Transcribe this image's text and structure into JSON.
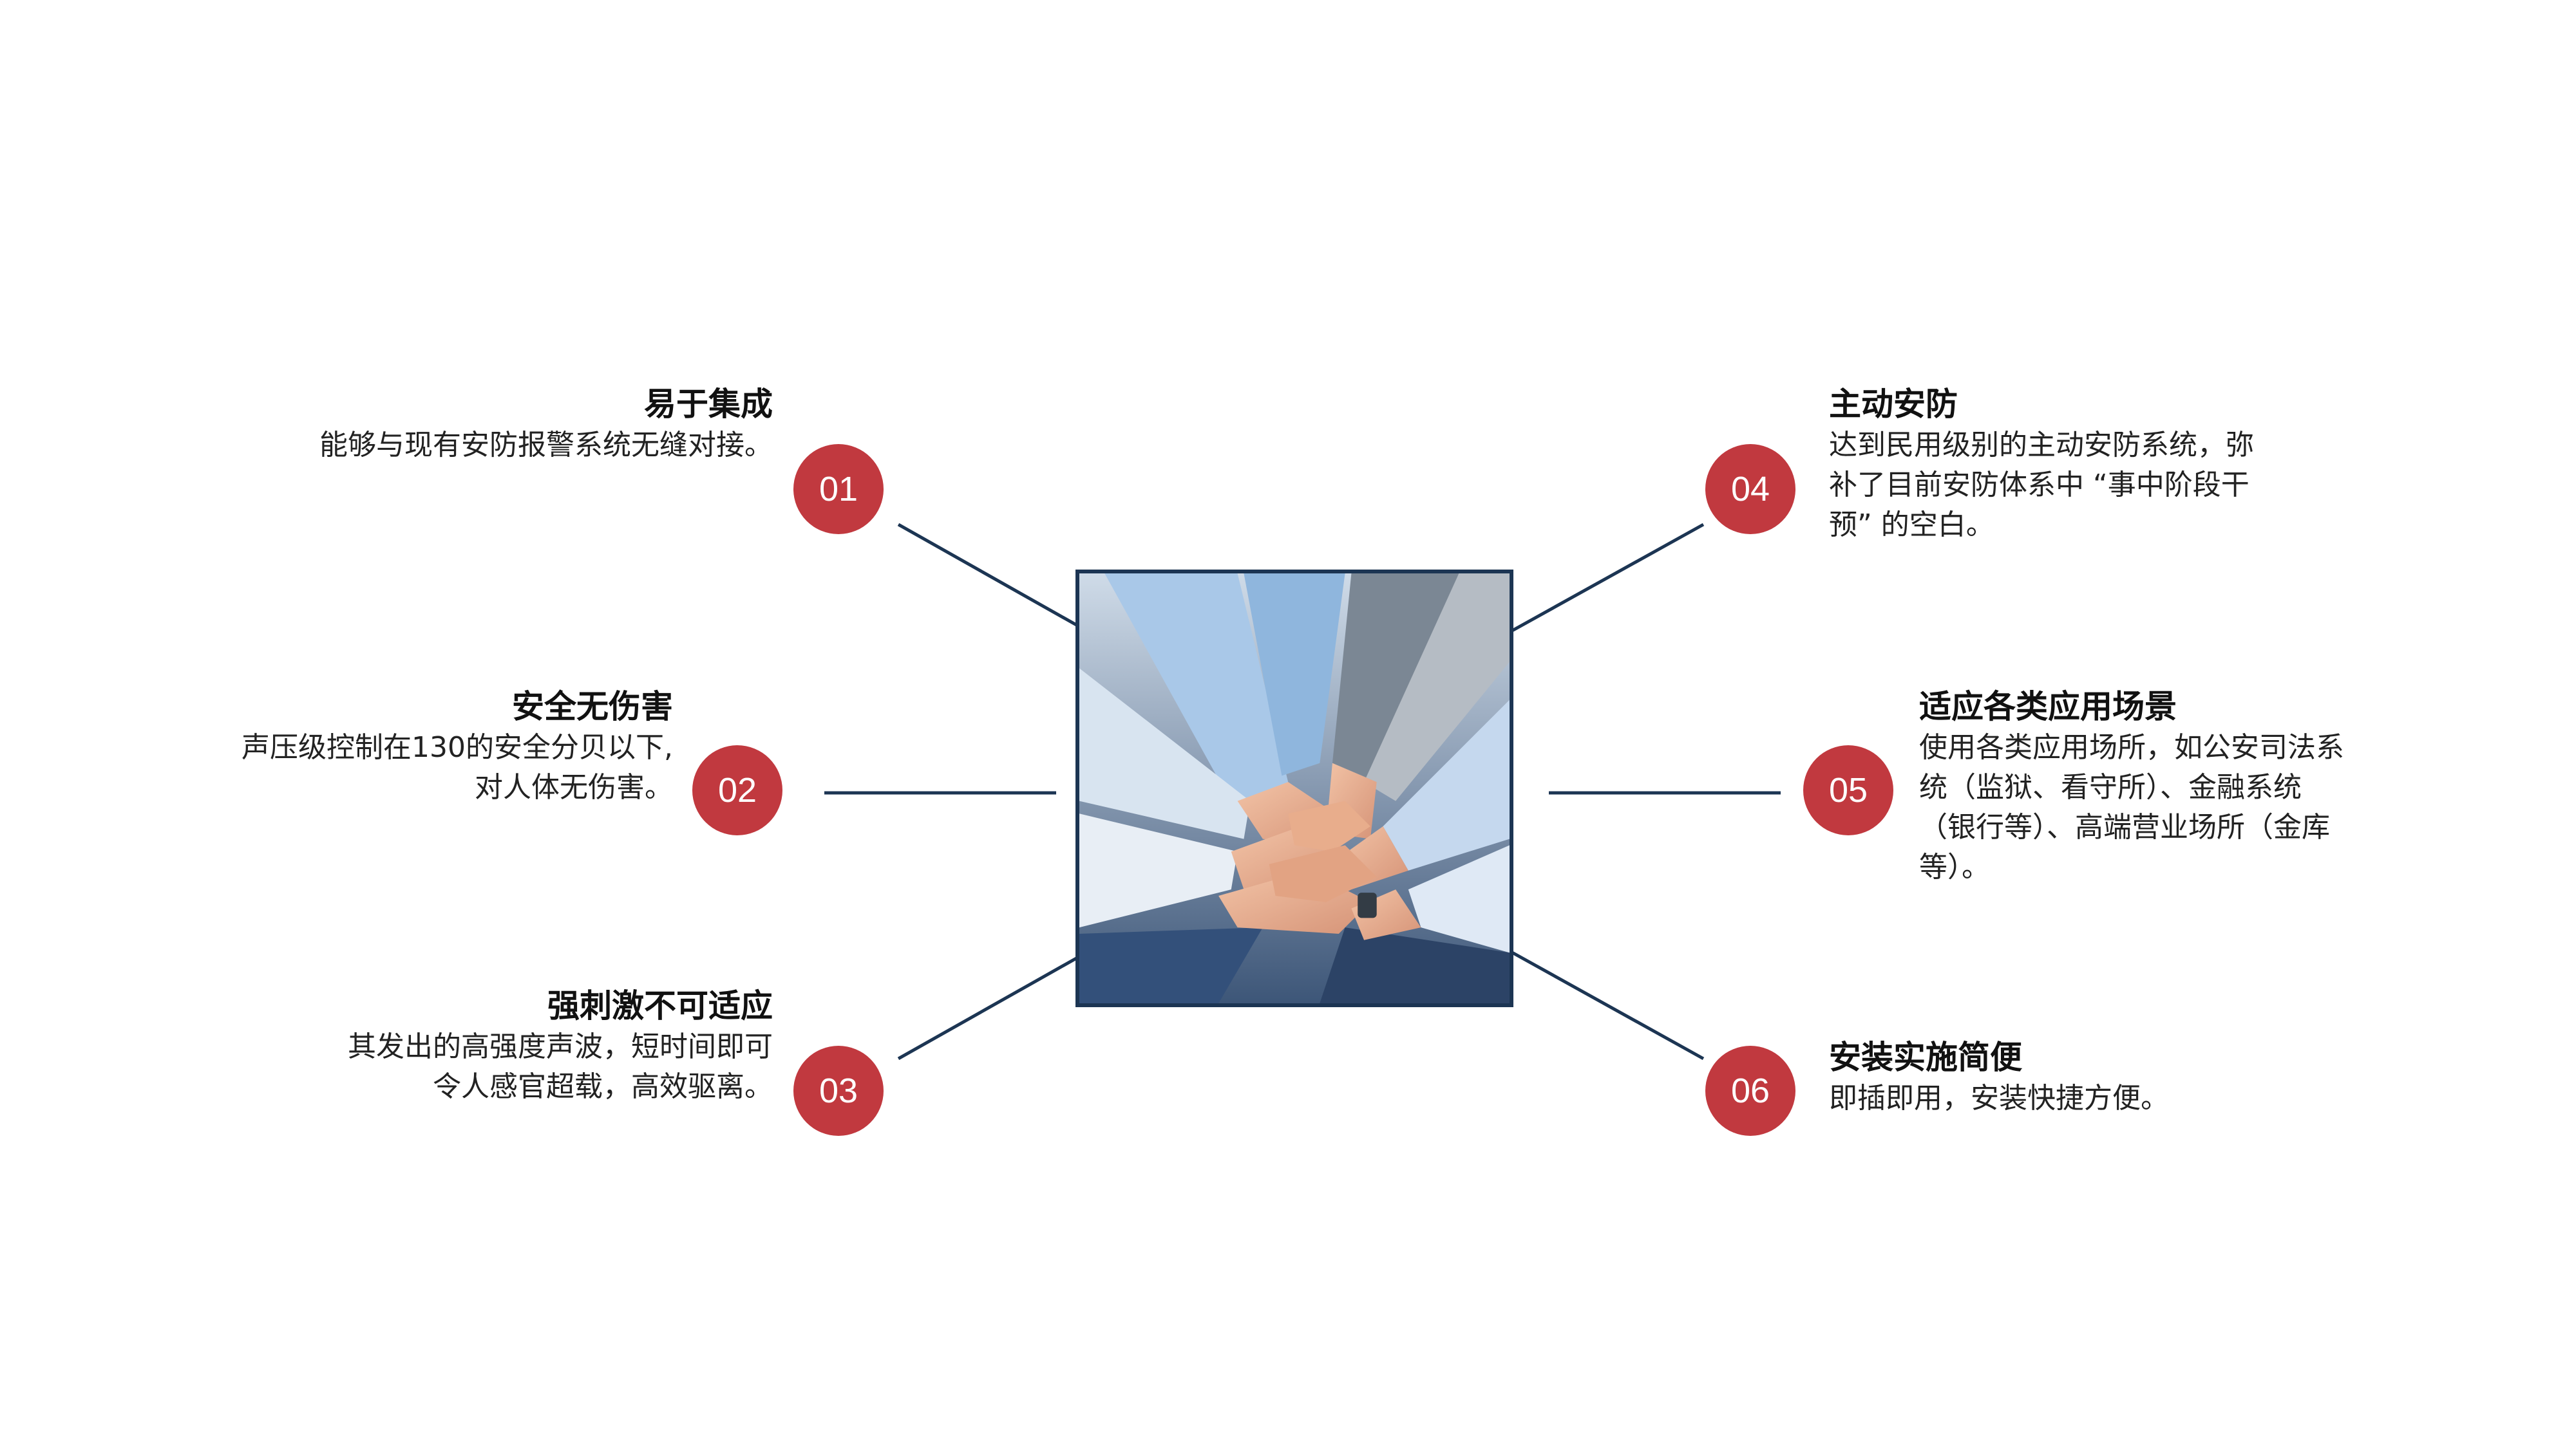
{
  "colors": {
    "accent_red": "#c1393f",
    "navy": "#1c3553",
    "text": "#111111"
  },
  "center_image": {
    "subject": "team-hands-stacked"
  },
  "features": [
    {
      "number": "01",
      "title": "易于集成",
      "desc_lines": [
        "能够与现有安防报警系统无缝对接。"
      ]
    },
    {
      "number": "02",
      "title": "安全无伤害",
      "desc_lines": [
        "声压级控制在130的安全分贝以下,",
        "对人体无伤害。"
      ]
    },
    {
      "number": "03",
      "title": "强刺激不可适应",
      "desc_lines": [
        "其发出的高强度声波，短时间即可",
        "令人感官超载，高效驱离。"
      ]
    },
    {
      "number": "04",
      "title": "主动安防",
      "desc_lines": [
        "达到民用级别的主动安防系统，弥",
        "补了目前安防体系中 “事中阶段干",
        "预” 的空白。"
      ]
    },
    {
      "number": "05",
      "title": "适应各类应用场景",
      "desc_lines": [
        "使用各类应用场所，如公安司法系",
        "统（监狱、看守所）、金融系统",
        "（银行等）、高端营业场所（金库",
        "等）。"
      ]
    },
    {
      "number": "06",
      "title": "安装实施简便",
      "desc_lines": [
        "即插即用，安装快捷方便。"
      ]
    }
  ]
}
